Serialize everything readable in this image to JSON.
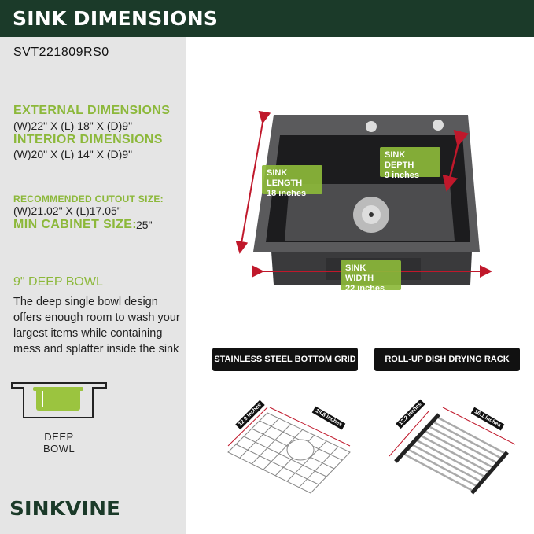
{
  "header": {
    "title": "SINK DIMENSIONS"
  },
  "specs": {
    "model": "SVT221809RS0",
    "external_heading": "EXTERNAL DIMENSIONS",
    "external_value": "(W)22\" X (L) 18\" X (D)9\"",
    "interior_heading": "INTERIOR DIMENSIONS",
    "interior_value": "(W)20\" X (L) 14\" X (D)9\"",
    "cutout_heading": "RECOMMENDED CUTOUT SIZE:",
    "cutout_value": "(W)21.02\" X (L)17.05\"",
    "cabinet_heading": "MIN CABINET SIZE:",
    "cabinet_value": "25\""
  },
  "feature": {
    "heading": "9\" DEEP BOWL",
    "description": "The deep single bowl design offers enough room to wash your largest items while containing mess and splatter inside the sink",
    "icon_label_1": "DEEP",
    "icon_label_2": "BOWL"
  },
  "brand": "SINKVINE",
  "sink_labels": {
    "length_title": "SINK LENGTH",
    "length_value": "18  inches",
    "depth_title": "SINK DEPTH",
    "depth_value": "9  inches",
    "width_title": "SINK WIDTH",
    "width_value": "22  inches"
  },
  "accessories": [
    {
      "label": "STAINLESS STEEL BOTTOM GRID",
      "dim1": "12.9 Inches",
      "dim2": "18.8 Inches"
    },
    {
      "label": "ROLL-UP DISH DRYING RACK",
      "dim1": "12.2 Inches",
      "dim2": "16.1 Inches"
    }
  ],
  "colors": {
    "header": "#1b3a29",
    "accent": "#8cb83a",
    "arrow": "#c0182b",
    "panel": "#e5e5e5"
  }
}
